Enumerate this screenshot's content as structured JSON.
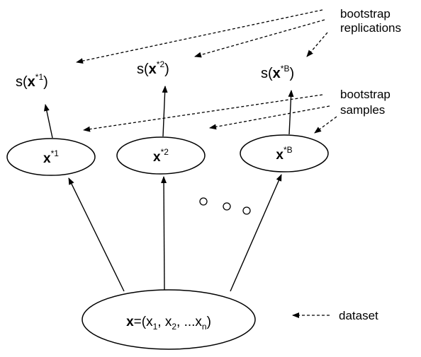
{
  "dataset_node": {
    "bold": "x",
    "text": "=(x",
    "sub1": "1",
    "mid1": ", x",
    "sub2": "2",
    "mid2": ", ...x",
    "subn": "n",
    "close": ")"
  },
  "samples": [
    {
      "bold": "x",
      "sup": "*1"
    },
    {
      "bold": "x",
      "sup": "*2"
    },
    {
      "bold": "x",
      "sup": "*B"
    }
  ],
  "replications": [
    {
      "pre": "s(",
      "bold": "x",
      "sup": "*1",
      "post": ")"
    },
    {
      "pre": "s(",
      "bold": "x",
      "sup": "*2",
      "post": ")"
    },
    {
      "pre": "s(",
      "bold": "x",
      "sup": "*B",
      "post": ")"
    }
  ],
  "annotations": {
    "replications_line1": "bootstrap",
    "replications_line2": "replications",
    "samples_line1": "bootstrap",
    "samples_line2": "samples",
    "dataset": "dataset"
  }
}
